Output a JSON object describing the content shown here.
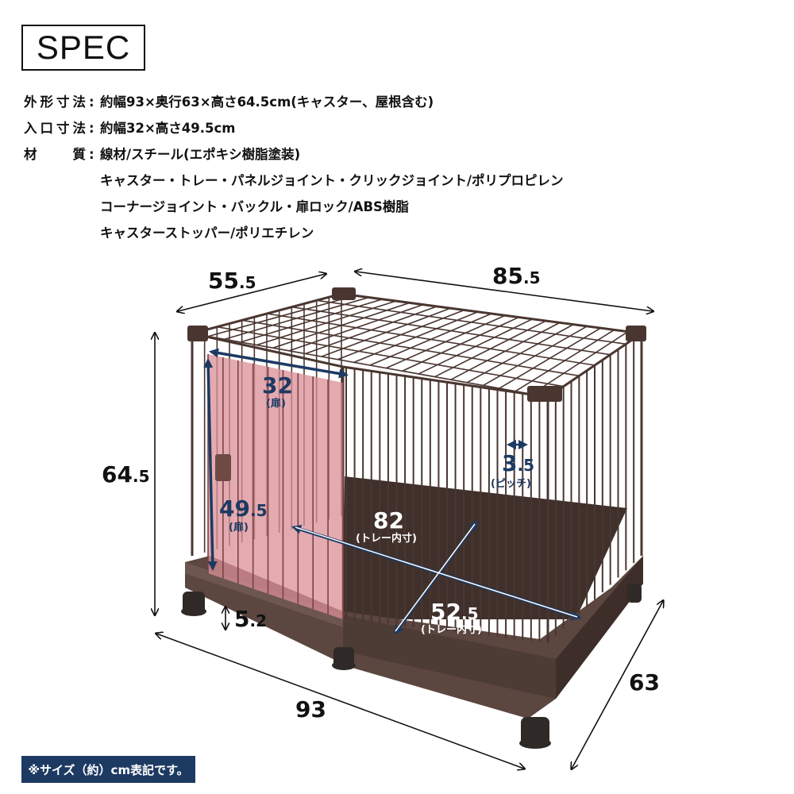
{
  "heading": "SPEC",
  "spec_rows": [
    {
      "label": "外形寸法",
      "colon": ":",
      "value": "約幅93×奥行63×高さ64.5cm(キャスター、屋根含む)"
    },
    {
      "label": "入口寸法",
      "colon": ":",
      "value": "約幅32×高さ49.5cm"
    },
    {
      "label": "材質",
      "colon": ":",
      "value": "線材/スチール(エポキシ樹脂塗装)"
    },
    {
      "label": "",
      "colon": "",
      "value": "キャスター・トレー・パネルジョイント・クリックジョイント/ポリプロピレン"
    },
    {
      "label": "",
      "colon": "",
      "value": "コーナージョイント・バックル・扉ロック/ABS樹脂"
    },
    {
      "label": "",
      "colon": "",
      "value": "キャスターストッパー/ポリエチレン"
    }
  ],
  "dimensions": {
    "top_depth": {
      "main": "55",
      "decimal": ".5"
    },
    "top_width": {
      "main": "85",
      "decimal": ".5"
    },
    "height": {
      "main": "64",
      "decimal": ".5"
    },
    "door_width": {
      "main": "32",
      "label": "(扉)"
    },
    "door_height": {
      "main": "49",
      "decimal": ".5",
      "label": "(扉)"
    },
    "tray_width": {
      "main": "82",
      "label": "(トレー内寸)"
    },
    "tray_depth": {
      "main": "52",
      "decimal": ".5",
      "label": "(トレー内寸)"
    },
    "pitch": {
      "main": "3",
      "decimal": ".5",
      "label": "(ピッチ)"
    },
    "caster": {
      "main": "5",
      "decimal": ".2"
    },
    "bottom_width": {
      "main": "93"
    },
    "bottom_depth": {
      "main": "63"
    }
  },
  "note": "※サイズ（約）cm表記です。",
  "colors": {
    "cage": "#4a3630",
    "tray": "#5b4640",
    "door": "#d98f96",
    "arrow_text": "#1d3a63"
  }
}
